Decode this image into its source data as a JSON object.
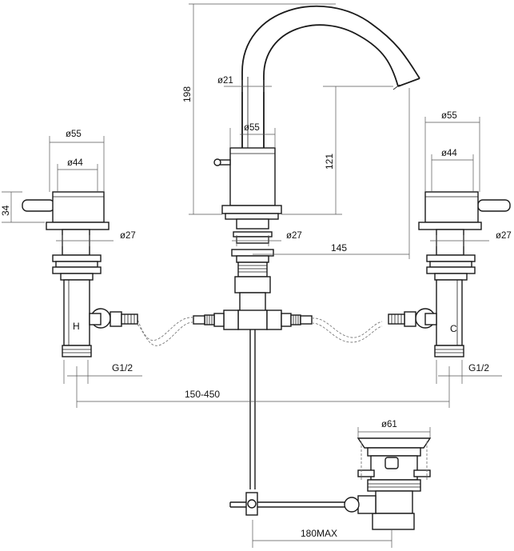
{
  "dimensions": {
    "spout_height": "198",
    "spout_tube_dia": "ø21",
    "body_dia": "ø55",
    "spout_outlet_height": "121",
    "left_handle_dia": "ø55",
    "left_handle_inner": "ø44",
    "handle_height": "34",
    "left_stem_dia": "ø27",
    "center_stem_dia": "ø27",
    "spout_reach": "145",
    "right_handle_dia": "ø55",
    "right_handle_inner": "ø44",
    "right_stem_dia": "ø27",
    "left_thread": "G1/2",
    "right_thread": "G1/2",
    "spread": "150-450",
    "waste_dia": "ø61",
    "pullrod_max": "180MAX"
  },
  "labels": {
    "hot": "H",
    "cold": "C"
  }
}
